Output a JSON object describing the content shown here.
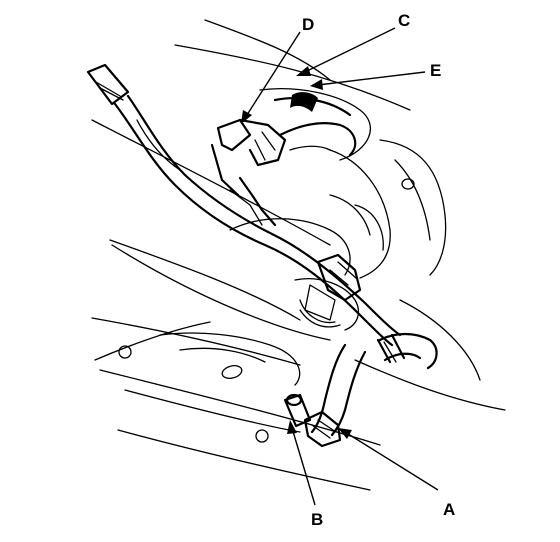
{
  "callouts": [
    {
      "id": "A",
      "label": "A"
    },
    {
      "id": "B",
      "label": "B"
    },
    {
      "id": "C",
      "label": "C"
    },
    {
      "id": "D",
      "label": "D"
    },
    {
      "id": "E",
      "label": "E"
    }
  ],
  "colors": {
    "ink": "#000000",
    "paper": "#ffffff"
  }
}
